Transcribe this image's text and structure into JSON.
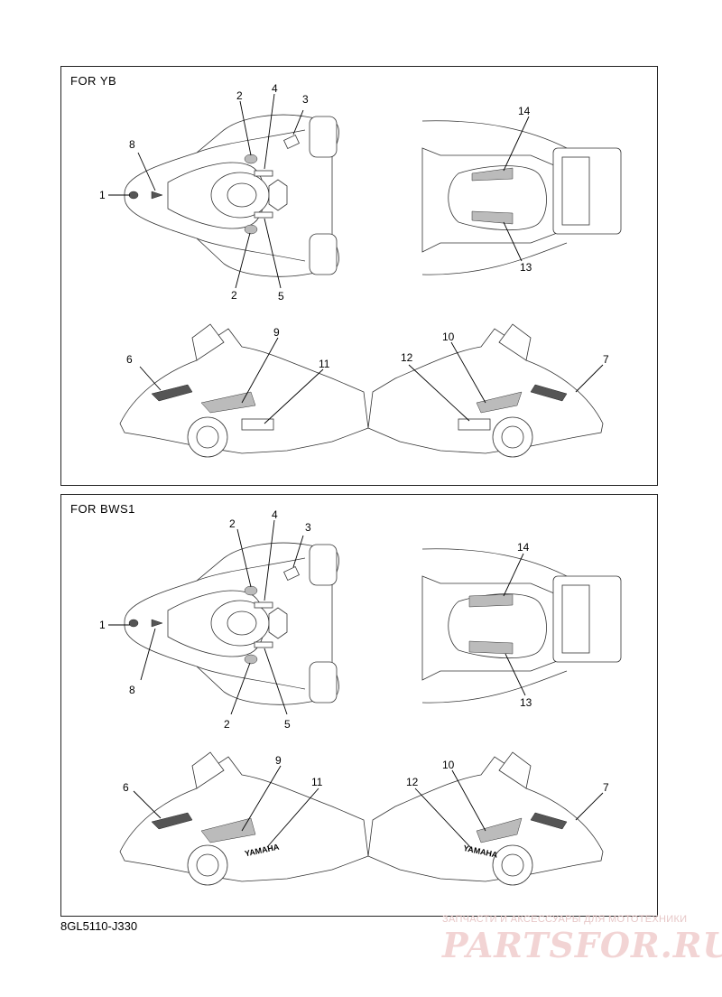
{
  "panels": [
    {
      "title": "FOR YB",
      "labels": [
        "1",
        "2",
        "2",
        "3",
        "4",
        "5",
        "8",
        "14",
        "13",
        "6",
        "9",
        "11",
        "10",
        "12",
        "7"
      ]
    },
    {
      "title": "FOR BWS1",
      "labels": [
        "1",
        "2",
        "2",
        "3",
        "4",
        "5",
        "8",
        "14",
        "13",
        "6",
        "9",
        "11",
        "10",
        "12",
        "7"
      ],
      "yamaha_marks": [
        "YAMAHA",
        "YAMAHA"
      ]
    }
  ],
  "part_code": "8GL5110-J330",
  "watermark": {
    "tagline": "ЗАПЧАСТИ И АКСЕССУАРЫ ДЛЯ МОТОТЕХНИКИ",
    "logo": "PARTSFOR.RU"
  }
}
